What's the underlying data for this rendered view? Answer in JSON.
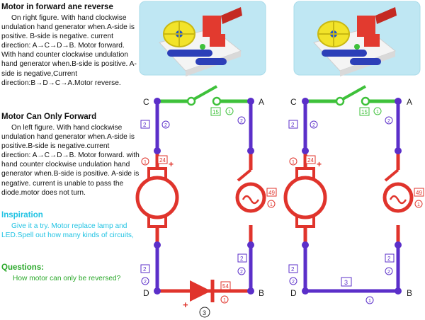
{
  "text": {
    "heading1": "Motor in forward ane reverse",
    "para1": "On right figure. With hand clockwise undulation hand generator when.A-side is positive. B-side is negative. current direction: A→C→D→B. Motor forward. With hand counter clockwise undulation hand generator when.B-side is positive. A-side is negative,Current direction:B→D→C→A.Motor reverse.",
    "heading2": "Motor Can Only Forward",
    "para2": "On left figure. With hand clockwise undulation hand generator when.A-side is positive.B-side is negative.current direction: A→C→D→B. Motor forward. with hand counter clockwise undulation hand generator when.B-side is positive. A-side is negative. current is unable to pass the diode.motor does not turn.",
    "inspiration_heading": "Inspiration",
    "inspiration_text": "Give it a try. Motor replace lamp and LED.Spell out how many kinds of circuits,",
    "questions_heading": "Questions:",
    "questions_text": "How motor can only be reversed?"
  },
  "left_circuit": {
    "node_c": "C",
    "node_a": "A",
    "node_d": "D",
    "node_b": "B",
    "switch_part": "15",
    "switch_num": "1",
    "wire_top_left_part": "2",
    "wire_top_left_num": "2",
    "wire_top_right_num": "2",
    "motor_part": "24",
    "motor_num": "1",
    "motor_plus": "+",
    "generator_part": "49",
    "generator_num": "1",
    "wire_bottom_left_part": "2",
    "wire_bottom_left_num": "2",
    "wire_bottom_right_part": "2",
    "wire_bottom_right_num": "2",
    "diode_part": "54",
    "diode_num": "1",
    "diode_plus": "+",
    "label_three": "3"
  },
  "right_circuit": {
    "node_c": "C",
    "node_a": "A",
    "node_d": "D",
    "node_b": "B",
    "switch_part": "15",
    "switch_num": "1",
    "wire_top_left_part": "2",
    "wire_top_left_num": "2",
    "wire_top_right_num": "2",
    "motor_part": "24",
    "motor_num": "1",
    "motor_plus": "+",
    "generator_part": "49",
    "generator_num": "1",
    "wire_bottom_left_part": "2",
    "wire_bottom_left_num": "2",
    "wire_bottom_right_part": "2",
    "wire_bottom_right_num": "2",
    "bottom_wire_part": "3",
    "bottom_wire_num": "1"
  },
  "colors": {
    "wire_purple": "#5b2fc9",
    "component_red": "#e0342c",
    "switch_green": "#3ec13a",
    "inspiration_cyan": "#22c3e3",
    "questions_green": "#2aa82a",
    "photo_bg": "#bfe7f3"
  }
}
